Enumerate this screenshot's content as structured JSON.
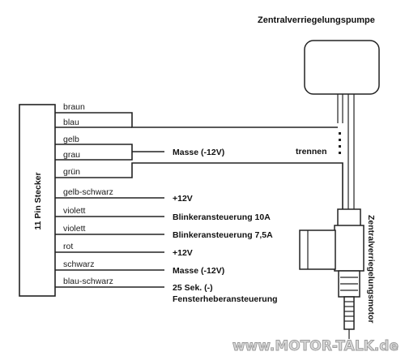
{
  "pump_title": "Zentralverriegelungspumpe",
  "motor_title": "Zentralverriegelungsmotor",
  "connector_label": "11 Pin Stecker",
  "separate_label": "trennen",
  "watermark": "www.MOTOR-TALK.de",
  "wire_labels": [
    "braun",
    "blau",
    "gelb",
    "grau",
    "grün",
    "gelb-schwarz",
    "violett",
    "violett",
    "rot",
    "schwarz",
    "blau-schwarz"
  ],
  "functions": {
    "masse_top": "Masse (-12V)",
    "plus12_a": "+12V",
    "blinker_10a": "Blinkeransteuerung 10A",
    "blinker_7_5a": "Blinkeransteuerung 7,5A",
    "plus12_b": "+12V",
    "masse_bottom": "Masse (-12V)",
    "sek25": "25 Sek. (-)",
    "fensterheber": "Fensterheberansteuerung"
  }
}
